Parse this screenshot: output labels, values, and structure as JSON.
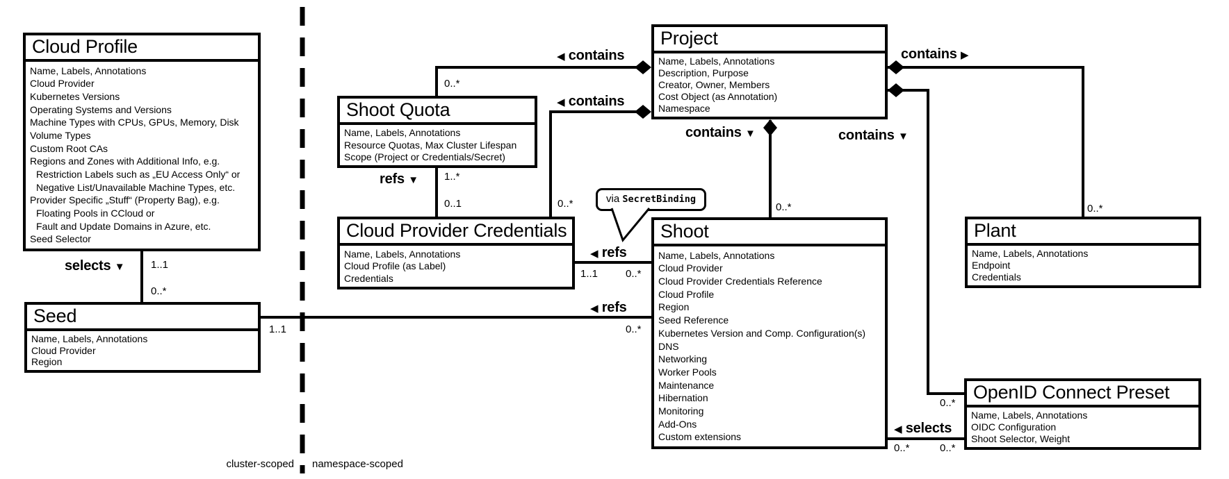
{
  "colors": {
    "ink": "#000000",
    "paper": "#ffffff"
  },
  "icons": {
    "left_arrow": "◀",
    "right_arrow": "▶",
    "down_arrow": "▼"
  },
  "footer": {
    "left": "cluster-scoped",
    "right": "namespace-scoped"
  },
  "boxes": {
    "cloud_profile": {
      "title": "Cloud Profile",
      "attributes": [
        "Name, Labels, Annotations",
        "Cloud Provider",
        "Kubernetes Versions",
        "Operating Systems and Versions",
        "Machine Types with CPUs, GPUs, Memory, Disk",
        "Volume Types",
        "Custom Root CAs",
        "Regions and Zones with Additional Info, e.g.",
        "Restriction Labels such as „EU Access Only“ or",
        "Negative List/Unavailable Machine Types, etc.",
        "Provider Specific „Stuff“ (Property Bag), e.g.",
        "Floating Pools in CCloud or",
        "Fault and Update Domains in Azure, etc.",
        "Seed Selector"
      ]
    },
    "seed": {
      "title": "Seed",
      "attributes": [
        "Name, Labels, Annotations",
        "Cloud Provider",
        "Region"
      ]
    },
    "shoot_quota": {
      "title": "Shoot Quota",
      "attributes": [
        "Name, Labels, Annotations",
        "Resource Quotas, Max Cluster Lifespan",
        "Scope (Project or Credentials/Secret)"
      ]
    },
    "cloud_provider_credentials": {
      "title": "Cloud Provider Credentials",
      "attributes": [
        "Name, Labels, Annotations",
        "Cloud Profile (as Label)",
        "Credentials"
      ]
    },
    "project": {
      "title": "Project",
      "attributes": [
        "Name, Labels, Annotations",
        "Description, Purpose",
        "Creator, Owner, Members",
        "Cost Object (as Annotation)",
        "Namespace"
      ]
    },
    "shoot": {
      "title": "Shoot",
      "attributes": [
        "Name, Labels, Annotations",
        "Cloud Provider",
        "Cloud Provider Credentials Reference",
        "Cloud Profile",
        "Region",
        "Seed Reference",
        "Kubernetes Version and Comp. Configuration(s)",
        "DNS",
        "Networking",
        "Worker Pools",
        "Maintenance",
        "Hibernation",
        "Monitoring",
        "Add-Ons",
        "Custom extensions"
      ]
    },
    "plant": {
      "title": "Plant",
      "attributes": [
        "Name, Labels, Annotations",
        "Endpoint",
        "Credentials"
      ]
    },
    "openid_connect_preset": {
      "title": "OpenID Connect Preset",
      "attributes": [
        "Name, Labels, Annotations",
        "OIDC Configuration",
        "Shoot Selector, Weight"
      ]
    }
  },
  "relationships": {
    "cloud_profile_selects_seed": {
      "label": "selects",
      "mult_top": "1..1",
      "mult_bottom": "0..*"
    },
    "project_contains_shoot_quota": {
      "label": "contains",
      "mult": "0..*"
    },
    "project_contains_credentials": {
      "label": "contains",
      "mult": "0..*"
    },
    "project_contains_shoot": {
      "label": "contains",
      "mult": "0..*"
    },
    "project_contains_plant": {
      "label": "contains",
      "mult": "0..*"
    },
    "project_contains_oidc": {
      "label": "contains",
      "mult": "0..*"
    },
    "quota_refs_credentials": {
      "label": "refs",
      "mult_top": "1..*",
      "mult_bottom": "0..1"
    },
    "shoot_refs_credentials": {
      "label": "refs",
      "mult_left": "1..1",
      "mult_right": "0..*",
      "note_prefix": "via ",
      "note_code": "SecretBinding"
    },
    "shoot_refs_seed": {
      "label": "refs",
      "mult_left": "1..1",
      "mult_right": "0..*"
    },
    "oidc_selects_shoot": {
      "label": "selects",
      "mult_left": "0..*",
      "mult_right": "0..*"
    }
  }
}
